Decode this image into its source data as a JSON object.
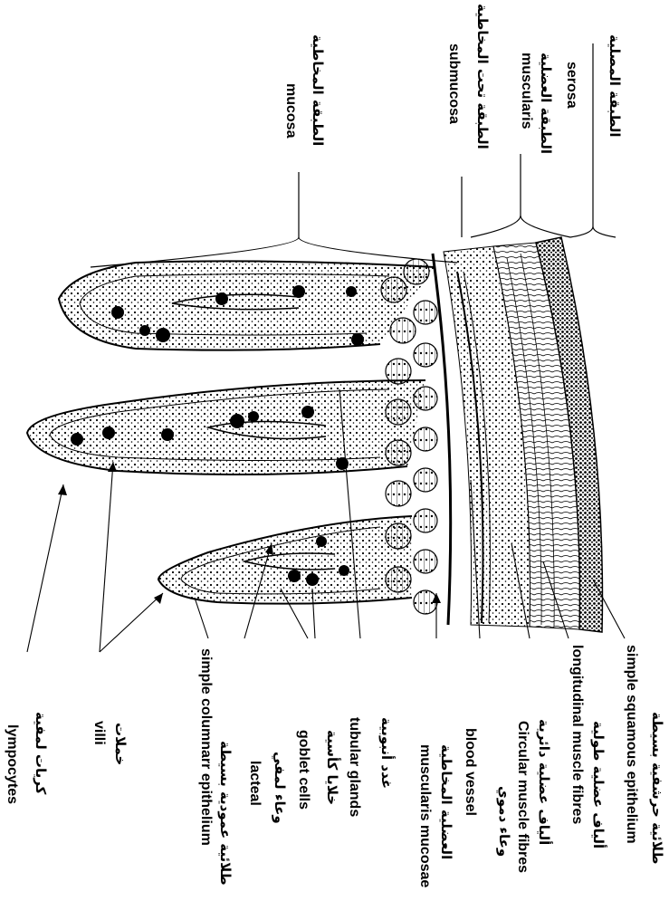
{
  "top_labels": {
    "serosa_ar": "الطبقة المصلية",
    "serosa": "serosa",
    "muscularis_ar": "الطبقة العضلية",
    "muscularis": "muscularis",
    "submucosa_ar": "الطبقة تحت المخاطية",
    "submucosa": "submucosa",
    "mucosa_ar": "الطبقة المخاطية",
    "mucosa": "mucosa"
  },
  "bottom_labels": {
    "squamous_ar": "طلائية حرشفية بسيطة",
    "squamous": "simple squamous epithelium",
    "longitudinal_ar": "ألياف عضلية طولية",
    "longitudinal": "longitudinal muscle fibres",
    "circular_ar": "ألياف عضلية دائرية",
    "circular": "Circular muscle fibres",
    "blood_vessel_ar": "وعاء دموي",
    "blood_vessel": "blood vessel",
    "muscularis_mucosae_ar": "العضلية المخاطية",
    "muscularis_mucosae": "muscularis mucosae",
    "tubular_glands_ar": "غدد أنبوبية",
    "tubular_glands": "tubular glands",
    "goblet_ar": "خلايا كأسية",
    "goblet": "goblet cells",
    "lacteal_ar": "وعاء لمفي",
    "lacteal": "lacteal",
    "columnar_ar": "طلائية عمودية بسيطة",
    "columnar": "simple columnarr epithelium",
    "villi_ar": "خملات",
    "villi": "villi",
    "lymphocytes_ar": "كريات لمفية",
    "lymphocytes": "lympocytes"
  }
}
